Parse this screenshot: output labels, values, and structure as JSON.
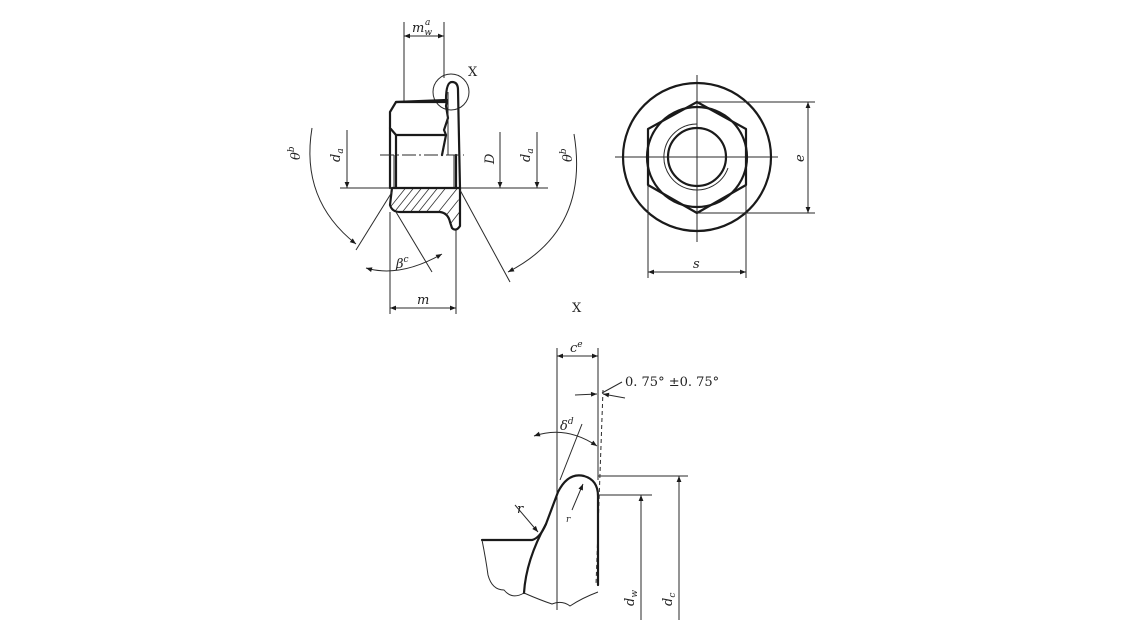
{
  "figure": {
    "views": {
      "side_view": {
        "name": "Side section view of flange nut"
      },
      "top_view": {
        "name": "Top (plan) view of flange nut"
      },
      "detail_x": {
        "name": "Detail X (bearing face rim)"
      }
    },
    "labels": {
      "mw": "m",
      "mw_sub": "w",
      "mw_sup": "a",
      "detail_marker": "X",
      "theta_left": "θ",
      "theta_left_sup": "b",
      "theta_right": "θ",
      "theta_right_sup": "b",
      "da_left": "d",
      "da_left_sub": "a",
      "D": "D",
      "da_right": "d",
      "da_right_sub": "a",
      "beta": "β",
      "beta_sup": "c",
      "m": "m",
      "e": "e",
      "s": "s",
      "detail_title": "X",
      "c": "c",
      "c_sup": "e",
      "angle_tol": "0. 75° ±0. 75°",
      "delta": "δ",
      "delta_sup": "d",
      "r_outer": "r",
      "r_inner": "r",
      "dw": "d",
      "dw_sub": "w",
      "dc": "d",
      "dc_sub": "c"
    }
  }
}
